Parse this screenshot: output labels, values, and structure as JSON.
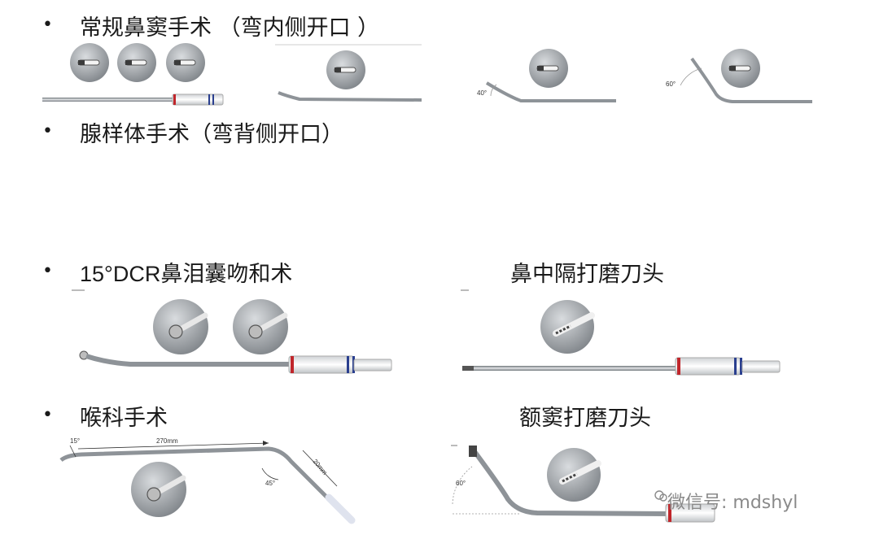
{
  "bullet_glyph": "•",
  "sections": [
    {
      "heading": "常规鼻窦手术 （弯内侧开口 ）"
    },
    {
      "heading": "腺样体手术（弯背侧开口）"
    },
    {
      "heading": "15°DCR鼻泪囊吻和术",
      "aside": "鼻中隔打磨刀头"
    },
    {
      "heading": "喉科手术",
      "aside": "额窦打磨刀头"
    }
  ],
  "annotations": {
    "angle_40": "40°",
    "angle_60_small": "60°",
    "angle_15": "15°",
    "length_270": "270mm",
    "length_20": "20mm",
    "angle_45": "45°",
    "angle_60_frontal": "60°"
  },
  "watermark": "微信号: mdshyl",
  "colors": {
    "band_red": "#c0262b",
    "band_blue": "#2a3f8f",
    "shaft": "#8e9398",
    "lens_bg": "#9a9ea3"
  }
}
